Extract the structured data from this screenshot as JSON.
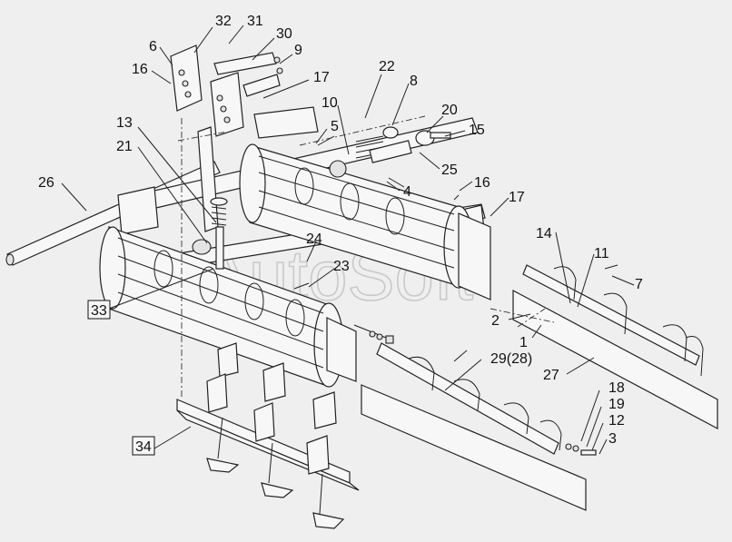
{
  "watermark": "AutoSoft",
  "callouts": {
    "c1": "1",
    "c2": "2",
    "c3": "3",
    "c4": "4",
    "c5": "5",
    "c6": "6",
    "c7": "7",
    "c8": "8",
    "c9": "9",
    "c10": "10",
    "c11": "11",
    "c12": "12",
    "c13": "13",
    "c14": "14",
    "c15": "15",
    "c16a": "16",
    "c16b": "16",
    "c17a": "17",
    "c17b": "17",
    "c18": "18",
    "c19": "19",
    "c20": "20",
    "c21": "21",
    "c22": "22",
    "c23": "23",
    "c24": "24",
    "c25": "25",
    "c26": "26",
    "c27": "27",
    "c29": "29(28)",
    "c30": "30",
    "c31": "31",
    "c32": "32",
    "c33": "33",
    "c34": "34"
  }
}
